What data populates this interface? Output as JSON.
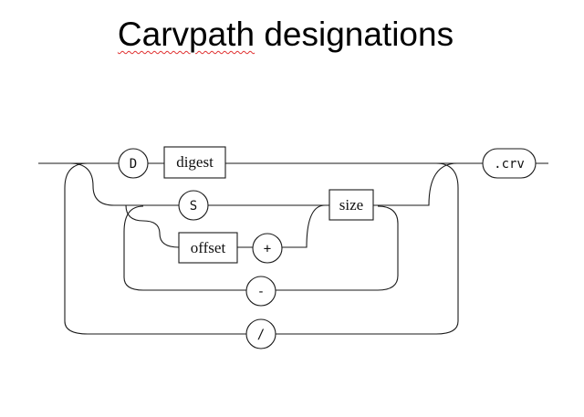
{
  "title": {
    "word1": "Carvpath",
    "word2": "designations"
  },
  "diagram": {
    "terminals": {
      "d": "D",
      "s": "S",
      "plus": "+",
      "minus": "-",
      "slash": "/",
      "crv": ".crv"
    },
    "nonterminals": {
      "digest": "digest",
      "size": "size",
      "offset": "offset"
    }
  }
}
